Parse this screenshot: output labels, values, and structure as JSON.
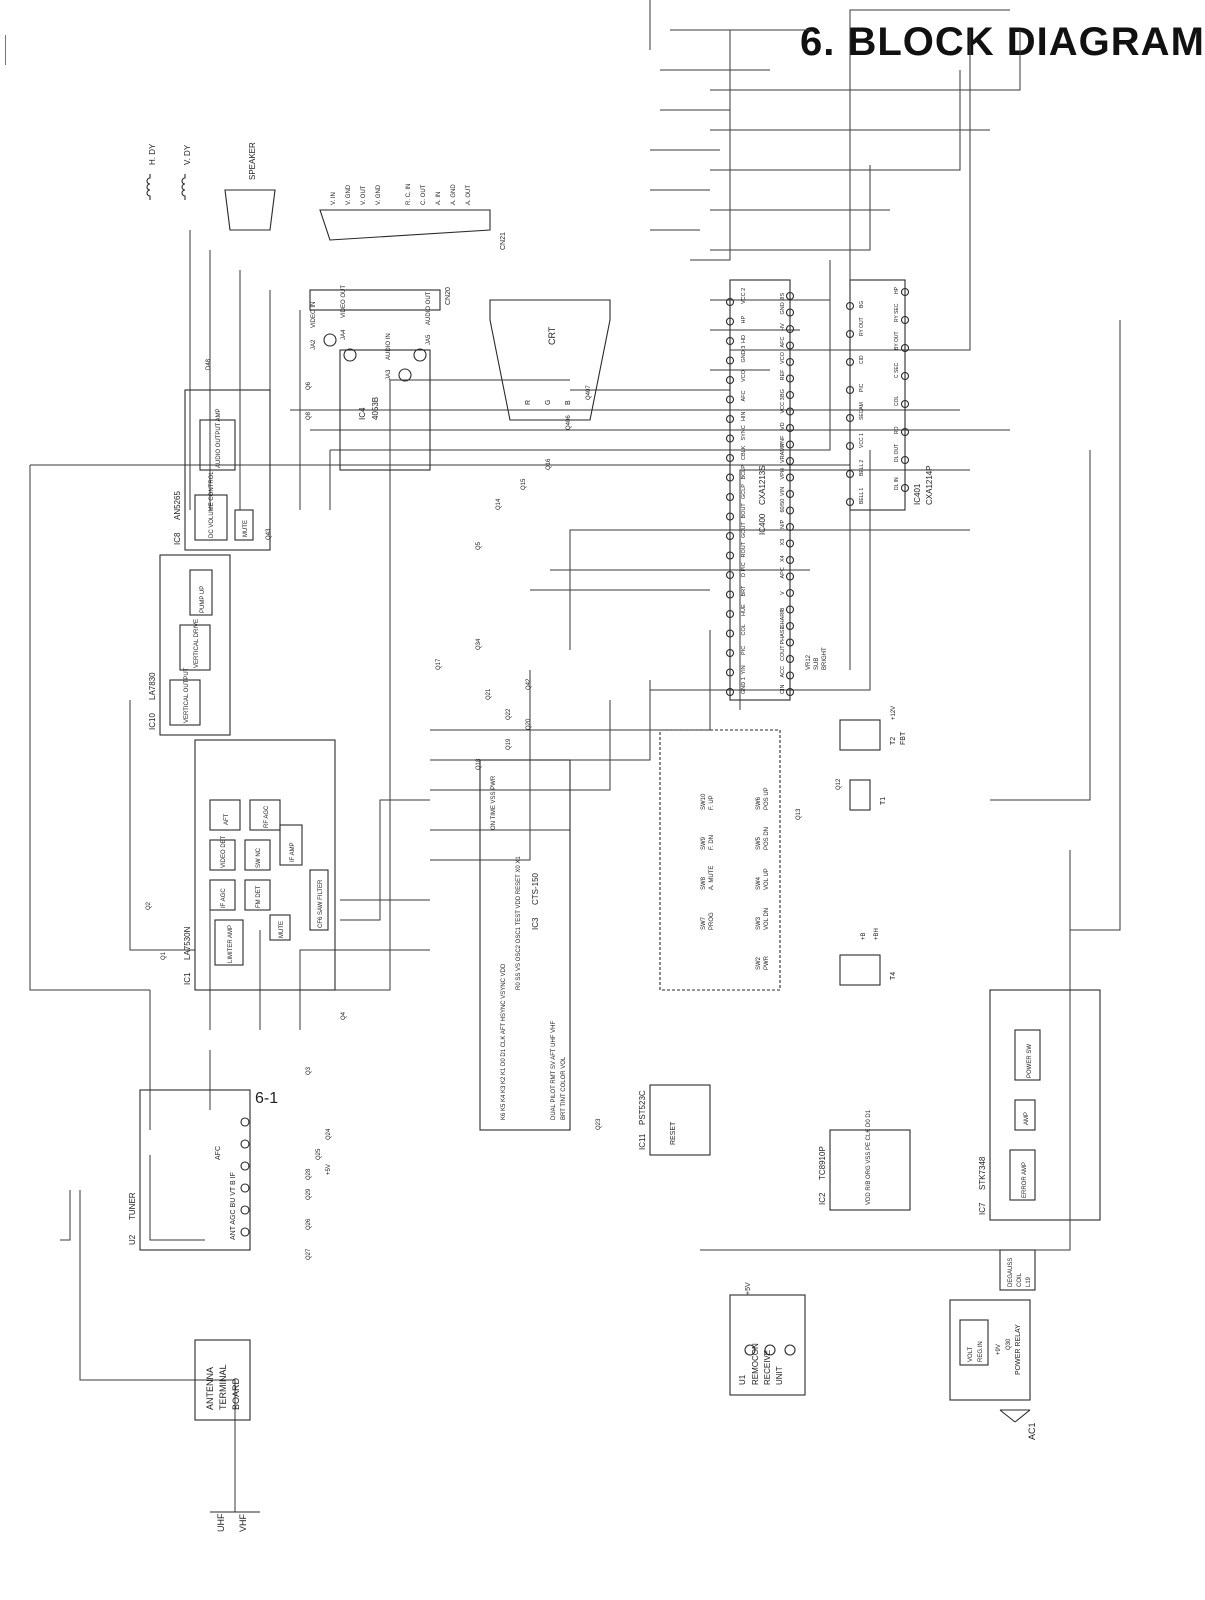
{
  "page": {
    "title": "6. BLOCK DIAGRAM",
    "page_number": "6-1"
  },
  "inputs": {
    "uhf": "UHF",
    "vhf": "VHF",
    "antenna_board": [
      "ANTENNA",
      "TERMINAL",
      "BOARD"
    ],
    "ac": "AC1"
  },
  "blocks": {
    "tuner": {
      "ref": "U2",
      "name": "TUNER",
      "pins": "ANT AGC BU VT B IF",
      "subpin": "AFC"
    },
    "ic1": {
      "ref": "IC1",
      "name": "LA7530N",
      "inner": [
        "LIMITER AMP",
        "FM DET",
        "IF AGC",
        "MUTE",
        "SW NC",
        "VIDEO DET",
        "AFT",
        "RF AGC",
        "IF AMP",
        "CF6 SAW FILTER"
      ]
    },
    "ic10": {
      "ref": "IC10",
      "name": "LA7830",
      "inner": [
        "VERTICAL OUTPUT",
        "VERTICAL DRIVE",
        "PUMP UP"
      ]
    },
    "ic8": {
      "ref": "IC8",
      "name": "AN5265",
      "inner": [
        "DC VOLUME CONTROL",
        "MUTE",
        "AUDIO OUTPUT AMP"
      ]
    },
    "ic4": {
      "ref": "IC4",
      "name": "4053B"
    },
    "ic3": {
      "ref": "IC3",
      "name": "CTS-150",
      "top_pins": "ON TIME VSS PWR",
      "row1": "K6 K5 K4 K3 K2 K1 D0 D1 CLK AFT HSYNC VSYNC VDD",
      "row2": "R0 SS VS OSC2 OSC1 TEST VDD RESET X0 X1",
      "row3": "DUAL PILOT RMT SV AFT UHF VHF",
      "row4": "BRT TINT COLOR VOL"
    },
    "ic11": {
      "ref": "IC11",
      "name": "PST523C",
      "inner": "RESET"
    },
    "ic2": {
      "ref": "IC2",
      "name": "TC8910P",
      "pins": "VDD R/B ORG VSS PE CLK D0 D1"
    },
    "ic7": {
      "ref": "IC7",
      "name": "STK7348",
      "inner": [
        "POWER SW",
        "AMP",
        "ERROR AMP"
      ]
    },
    "ic400": {
      "ref": "IC400",
      "name": "CXA1213S",
      "pins_left": [
        "GND 1",
        "YIN",
        "PIC",
        "COL",
        "HUE",
        "BRT",
        "D PIC",
        "ROUT",
        "GOUT",
        "BOUT",
        "GCLP",
        "BCLP",
        "CBLK",
        "SYNC",
        "HIN",
        "AFC",
        "VCO",
        "GND 3",
        "HD",
        "HP",
        "VCC 2"
      ],
      "pins_right": [
        "CIN",
        "ACC",
        "COUT",
        "PHASE",
        "SHARP",
        "U",
        "V",
        "APC",
        "X4",
        "X3",
        "N/P",
        "60/50",
        "VIN",
        "VPH",
        "VRAMP",
        "VNF",
        "VD",
        "VCC 3",
        "BG",
        "REF",
        "VCO",
        "AFC",
        "HV",
        "GND 2",
        "IS"
      ]
    },
    "ic401": {
      "ref": "IC401",
      "name": "CXA1214P",
      "pins": [
        "BELL 1",
        "DL IN",
        "BELL 2",
        "DL OUT",
        "VCC 1",
        "RO",
        "SECAM",
        "COL",
        "PIC",
        "C SEC",
        "CID",
        "BY OUT",
        "RY OUT",
        "RY SEC",
        "BG",
        "HP"
      ]
    },
    "crt": {
      "name": "CRT",
      "guns": [
        "R",
        "G",
        "B"
      ]
    },
    "remote": {
      "ref": "U1",
      "name": [
        "REMOCON",
        "RECEIVE",
        "UNIT"
      ],
      "supply": "+5V"
    },
    "power_relay": "POWER RELAY",
    "volt_reg": [
      "VOLT",
      "REG.IN"
    ],
    "degauss": [
      "DEGAUSS",
      "COIL",
      "L19"
    ]
  },
  "switches": {
    "sw2": [
      "SW2",
      "PWR"
    ],
    "sw3": [
      "SW3",
      "VOL DN"
    ],
    "sw4": [
      "SW4",
      "VOL UP"
    ],
    "sw5": [
      "SW5",
      "POS DN"
    ],
    "sw6": [
      "SW6",
      "POS UP"
    ],
    "sw7": [
      "SW7",
      "PROG"
    ],
    "sw8": [
      "SW8",
      "A. MUTE"
    ],
    "sw9": [
      "SW9",
      "F. DN"
    ],
    "sw10": [
      "SW10",
      "F. UP"
    ]
  },
  "connectors": {
    "scart": {
      "ref": "CN21",
      "labels": [
        "V. IN",
        "V. GND",
        "V. OUT",
        "V. GND",
        "R. C. IN",
        "C. OUT",
        "A. IN",
        "A. GND",
        "A. OUT"
      ]
    },
    "cn20": "CN20",
    "ja2": [
      "JA2",
      "VIDEO IN"
    ],
    "ja4": [
      "JA4",
      "VIDEO OUT"
    ],
    "ja3": [
      "JA3",
      "AUDIO IN"
    ],
    "ja5": [
      "JA5",
      "AUDIO OUT"
    ]
  },
  "outputs": {
    "hdy": "H. DY",
    "vdy": "V. DY",
    "speaker": "SPEAKER"
  },
  "transistors": [
    "Q1",
    "Q2",
    "Q3",
    "Q4",
    "Q5",
    "Q6",
    "Q8",
    "Q12",
    "Q13",
    "Q14",
    "Q15",
    "Q16",
    "Q17",
    "Q18",
    "Q19",
    "Q20",
    "Q21",
    "Q22",
    "Q23",
    "Q24",
    "Q25",
    "Q26",
    "Q27",
    "Q28",
    "Q29",
    "Q30",
    "Q34",
    "Q42",
    "Q43",
    "Q406",
    "Q407"
  ],
  "misc": {
    "diode_d48": "D48",
    "transformer_t1": "T1",
    "transformer_t2": [
      "T2",
      "FBT"
    ],
    "transformer_t4": "T4",
    "vr12": [
      "VR12",
      "SUB",
      "BRIGHT"
    ],
    "supply_12v": "+12V",
    "supply_5v": "+5V",
    "supply_b": "+B",
    "supply_bh": "+BH",
    "supply_9v": "+9V"
  }
}
